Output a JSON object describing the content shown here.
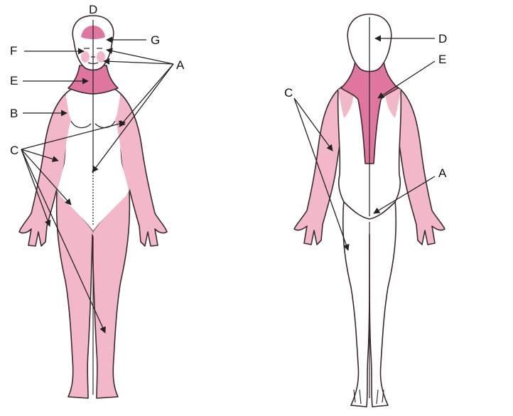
{
  "colors": {
    "light_pink": "#f2b8ca",
    "dark_pink": "#df76a0",
    "outline": "#3a2a2e",
    "text": "#111111"
  },
  "front_view": {
    "labels": {
      "d": "D",
      "g": "G",
      "f": "F",
      "a": "A",
      "e": "E",
      "b": "B",
      "c": "C"
    }
  },
  "back_view": {
    "labels": {
      "d": "D",
      "e": "E",
      "c": "C",
      "a": "A"
    }
  }
}
